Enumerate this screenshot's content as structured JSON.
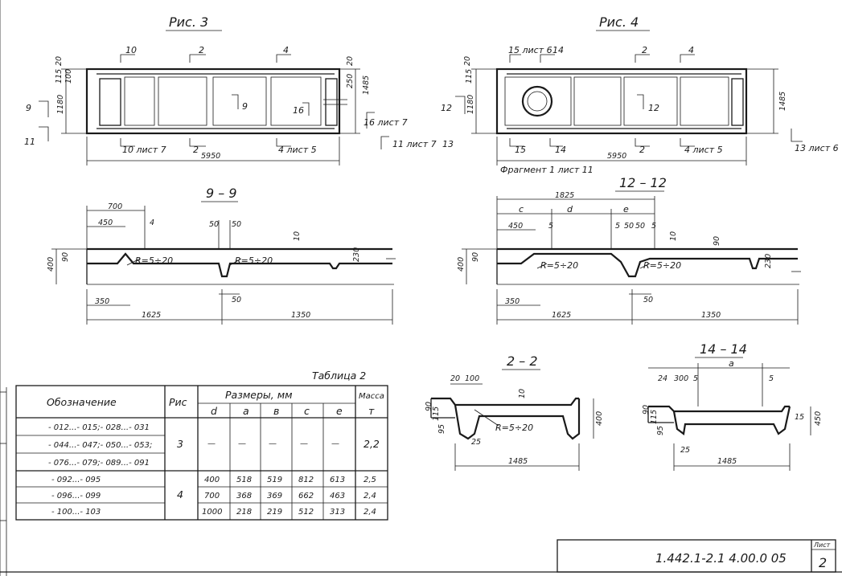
{
  "sheet": {
    "code": "1.442.1-2.1 4.00.0 05",
    "sheet_label": "Лист",
    "sheet_number": "2"
  },
  "fig3": {
    "title": "Рис. 3",
    "top_cuts": [
      "10",
      "2",
      "4"
    ],
    "bottom_cuts": [
      "10 лист 7",
      "2",
      "4 лист 5"
    ],
    "left_cuts": [
      "9",
      "11"
    ],
    "right_cuts": [
      "16",
      "16 лист 7",
      "11 лист 7",
      "13"
    ],
    "length": "5950",
    "left_dims": [
      "20",
      "115",
      "1180",
      "100"
    ],
    "right_dims": [
      "20",
      "250",
      "1485"
    ],
    "inner_cuts": [
      "9",
      "16"
    ]
  },
  "fig4": {
    "title": "Рис. 4",
    "top_cuts": [
      "15 лист 6",
      "14",
      "2",
      "4"
    ],
    "bottom_cuts": [
      "15",
      "14",
      "2",
      "4 лист 5",
      "13 лист 6"
    ],
    "left_cuts": [
      "12"
    ],
    "length": "5950",
    "left_dims": [
      "20",
      "115",
      "1180"
    ],
    "right_dims": [
      "1485"
    ],
    "fragment": "Фрагмент 1 лист 11",
    "inner_cuts": [
      "12"
    ]
  },
  "sec99": {
    "title": "9 – 9",
    "dims_top": [
      "700",
      "450",
      "4",
      "50",
      "50",
      "10"
    ],
    "height_dims": [
      "400",
      "90",
      "230"
    ],
    "radius1": "R=5÷20",
    "radius2": "R=5÷20",
    "dims_bottom": [
      "350",
      "50",
      "1625",
      "1350"
    ]
  },
  "sec1212": {
    "title": "12 – 12",
    "dims_top": [
      "1825",
      "c",
      "d",
      "e",
      "450",
      "5",
      "5",
      "50",
      "50",
      "5",
      "10",
      "90"
    ],
    "height_dims": [
      "400",
      "90",
      "230"
    ],
    "radius1": "R=5÷20",
    "radius2": "R=5÷20",
    "dims_bottom": [
      "350",
      "50",
      "1625",
      "1350"
    ]
  },
  "sec22": {
    "title": "2 – 2",
    "dims": [
      "20",
      "100",
      "10",
      "90",
      "115",
      "95",
      "R=5÷20",
      "25",
      "400",
      "1485"
    ]
  },
  "sec1414": {
    "title": "14 – 14",
    "dims": [
      "24",
      "300",
      "5",
      "a",
      "5",
      "90",
      "115",
      "95",
      "15",
      "25",
      "450",
      "1485"
    ]
  },
  "table": {
    "caption": "Таблица 2",
    "headers": {
      "designation": "Обозначение",
      "fig": "Рис",
      "dims": "Размеры, мм",
      "mass": "Масса",
      "d": "d",
      "a": "a",
      "b": "в",
      "c": "c",
      "e": "e",
      "t": "т"
    },
    "rows": [
      {
        "designation": "- 012...- 015;- 028...- 031",
        "fig": "3",
        "d": "—",
        "a": "—",
        "b": "—",
        "c": "—",
        "e": "—",
        "mass": "2,2"
      },
      {
        "designation": "- 044...- 047;- 050...- 053;",
        "fig": "",
        "d": "",
        "a": "",
        "b": "",
        "c": "",
        "e": "",
        "mass": ""
      },
      {
        "designation": "- 076...- 079;- 089...- 091",
        "fig": "",
        "d": "",
        "a": "",
        "b": "",
        "c": "",
        "e": "",
        "mass": ""
      },
      {
        "designation": "- 092...- 095",
        "fig": "4",
        "d": "400",
        "a": "518",
        "b": "519",
        "c": "812",
        "e": "613",
        "mass": "2,5"
      },
      {
        "designation": "- 096...- 099",
        "fig": "",
        "d": "700",
        "a": "368",
        "b": "369",
        "c": "662",
        "e": "463",
        "mass": "2,4"
      },
      {
        "designation": "- 100...- 103",
        "fig": "",
        "d": "1000",
        "a": "218",
        "b": "219",
        "c": "512",
        "e": "313",
        "mass": "2,4"
      }
    ]
  }
}
